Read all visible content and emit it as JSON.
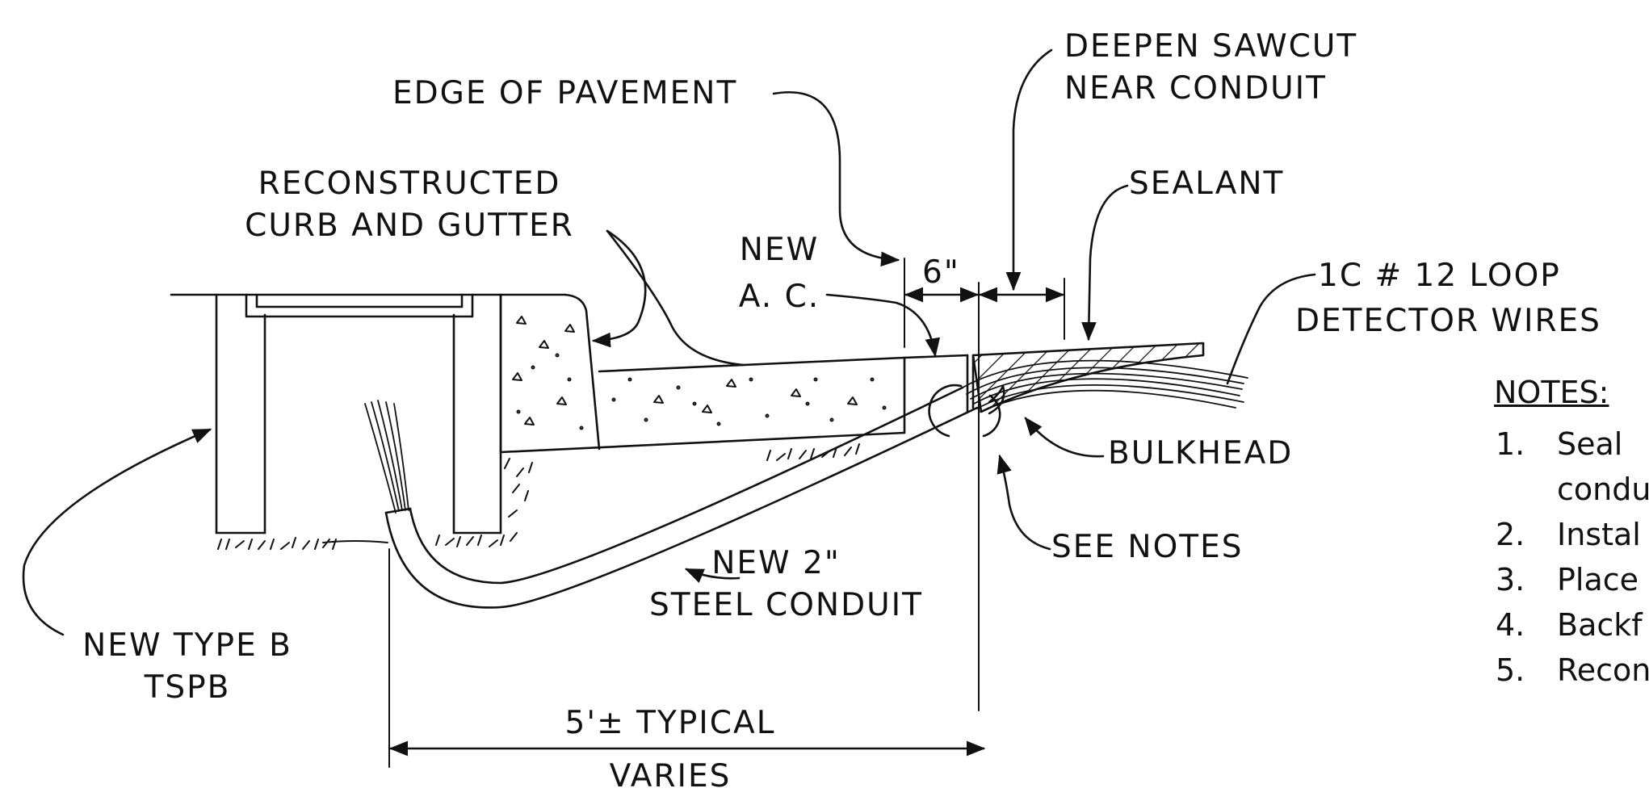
{
  "labels": {
    "edge_of_pavement": "EDGE OF PAVEMENT",
    "deepen_sawcut_l1": "DEEPEN SAWCUT",
    "deepen_sawcut_l2": "NEAR CONDUIT",
    "reconstructed_l1": "RECONSTRUCTED",
    "reconstructed_l2": "CURB AND GUTTER",
    "sealant": "SEALANT",
    "new_ac_l1": "NEW",
    "new_ac_l2": "A. C.",
    "six_inch": "6\"",
    "loop_l1": "1C # 12 LOOP",
    "loop_l2": "DETECTOR WIRES",
    "bulkhead": "BULKHEAD",
    "see_notes": "SEE NOTES",
    "conduit_l1": "NEW 2\"",
    "conduit_l2": "STEEL CONDUIT",
    "type_b_l1": "NEW TYPE B",
    "type_b_l2": "TSPB",
    "typical": "5'± TYPICAL",
    "varies": "VARIES"
  },
  "notes": {
    "heading": "NOTES:",
    "items": [
      {
        "num": "1.",
        "line1": "Seal",
        "line2": "condu"
      },
      {
        "num": "2.",
        "line1": "Instal"
      },
      {
        "num": "3.",
        "line1": "Place"
      },
      {
        "num": "4.",
        "line1": "Backf"
      },
      {
        "num": "5.",
        "line1": "Recon"
      }
    ]
  }
}
